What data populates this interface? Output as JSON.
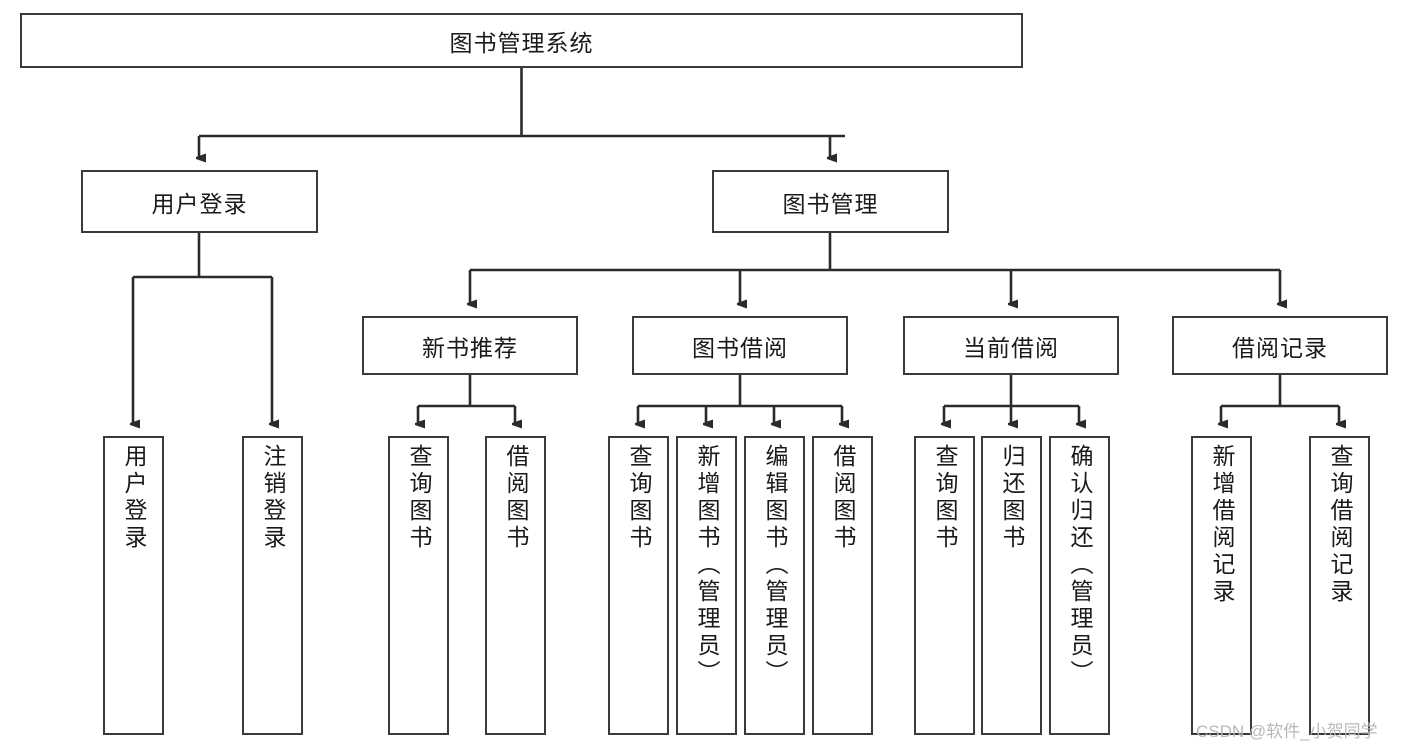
{
  "diagram": {
    "type": "tree-hierarchy",
    "title": "图书管理系统",
    "watermark": "CSDN @软件_小贺同学",
    "colors": {
      "box_border": "#3a3a3a",
      "box_fill": "#ffffff",
      "connector": "#2b2b2b",
      "text": "#1a1a1a",
      "watermark": "#b8b8b8"
    },
    "root": {
      "label": "图书管理系统"
    },
    "level2": [
      {
        "label": "用户登录"
      },
      {
        "label": "图书管理"
      }
    ],
    "level3": [
      {
        "label": "新书推荐"
      },
      {
        "label": "图书借阅"
      },
      {
        "label": "当前借阅"
      },
      {
        "label": "借阅记录"
      }
    ],
    "leaves": {
      "user_login": [
        {
          "label": "用户登录"
        },
        {
          "label": "注销登录"
        }
      ],
      "new_book_recommend": [
        {
          "label": "查询图书"
        },
        {
          "label": "借阅图书"
        }
      ],
      "book_borrow": [
        {
          "label": "查询图书"
        },
        {
          "label": "新增图书（管理员）"
        },
        {
          "label": "编辑图书（管理员）"
        },
        {
          "label": "借阅图书"
        }
      ],
      "current_borrow": [
        {
          "label": "查询图书"
        },
        {
          "label": "归还图书"
        },
        {
          "label": "确认归还（管理员）"
        }
      ],
      "borrow_record": [
        {
          "label": "新增借阅记录"
        },
        {
          "label": "查询借阅记录"
        }
      ]
    }
  }
}
